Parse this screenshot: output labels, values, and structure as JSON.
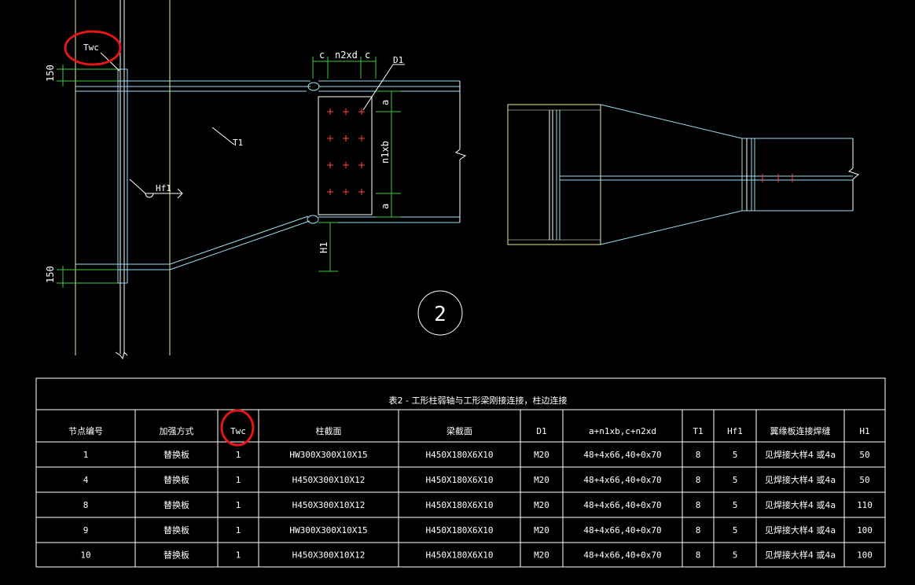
{
  "drawing": {
    "labels": {
      "twc": "Twc",
      "dim_150_top": "150",
      "dim_150_bottom": "150",
      "dim_c_left": "c",
      "dim_n2xd": "n2xd",
      "dim_c_right": "c",
      "d1": "D1",
      "t1": "T1",
      "hf1": "Hf1",
      "dim_a_top": "a",
      "dim_n1xb": "n1xb",
      "dim_a_bottom": "a",
      "h1": "H1"
    },
    "section_number": "2"
  },
  "table": {
    "title": "表2 - 工形柱弱轴与工形梁刚接连接，柱边连接",
    "headers": [
      "节点编号",
      "加强方式",
      "Twc",
      "柱截面",
      "梁截面",
      "D1",
      "a+n1xb,c+n2xd",
      "T1",
      "Hf1",
      "翼缘板连接焊缝",
      "H1"
    ],
    "rows": [
      [
        "1",
        "替换板",
        "1",
        "HW300X300X10X15",
        "H450X180X6X10",
        "M20",
        "48+4x66,40+0x70",
        "8",
        "5",
        "见焊接大样4 或4a",
        "50"
      ],
      [
        "4",
        "替换板",
        "1",
        "H450X300X10X12",
        "H450X180X6X10",
        "M20",
        "48+4x66,40+0x70",
        "8",
        "5",
        "见焊接大样4 或4a",
        "50"
      ],
      [
        "8",
        "替换板",
        "1",
        "H450X300X10X12",
        "H450X180X6X10",
        "M20",
        "48+4x66,40+0x70",
        "8",
        "5",
        "见焊接大样4 或4a",
        "110"
      ],
      [
        "9",
        "替换板",
        "1",
        "HW300X300X10X15",
        "H450X180X6X10",
        "M20",
        "48+4x66,40+0x70",
        "8",
        "5",
        "见焊接大样4 或4a",
        "100"
      ],
      [
        "10",
        "替换板",
        "1",
        "H450X300X10X12",
        "H450X180X6X10",
        "M20",
        "48+4x66,40+0x70",
        "8",
        "5",
        "见焊接大样4 或4a",
        "100"
      ]
    ]
  },
  "colors": {
    "background": "#000000",
    "column_yellow": "#e8e89a",
    "beam_cyan": "#9adcf0",
    "dim_green": "#3ec83e",
    "bolt_red": "#ff4040",
    "highlight_circle": "#e01818",
    "text_white": "#ffffff"
  }
}
